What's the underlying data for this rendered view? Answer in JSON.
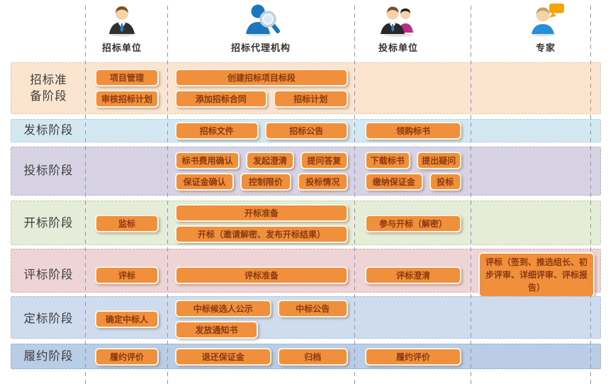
{
  "theme": {
    "button_bg": "#f0903c",
    "button_border": "#fdf3e7",
    "button_text": "#8a3a10",
    "separator": "#9494ae",
    "header_text": "#333333",
    "phase_text": "#3d3d3d"
  },
  "header": {
    "actors": [
      {
        "id": "tendering-unit",
        "label": "招标单位",
        "icon": "businessman-icon"
      },
      {
        "id": "agency",
        "label": "招标代理机构",
        "icon": "agent-magnifier-icon"
      },
      {
        "id": "bidding-unit",
        "label": "投标单位",
        "icon": "bidders-pair-icon"
      },
      {
        "id": "expert",
        "label": "专家",
        "icon": "expert-chat-icon"
      }
    ]
  },
  "phases": [
    {
      "label": "招标准\n备阶段",
      "bg": "#fbe5d0",
      "border": "#eec49c",
      "cells": [
        [
          [
            "项目管理"
          ],
          [
            "审核招标计划"
          ]
        ],
        [
          [
            "创建招标项目标段"
          ],
          [
            "添加招标合同",
            "招标计划"
          ]
        ],
        [],
        []
      ]
    },
    {
      "label": "发标阶段",
      "bg": "#d4e8f1",
      "border": "#a9cfdd",
      "cells": [
        [],
        [
          [
            "招标文件",
            "招标公告"
          ]
        ],
        [
          [
            "领购标书"
          ]
        ],
        []
      ]
    },
    {
      "label": "投标阶段",
      "bg": "#d8d3e4",
      "border": "#b2aacb",
      "cells": [
        [],
        [
          [
            "标书费用确认",
            "发起澄清",
            "提问答复"
          ],
          [
            "保证金确认",
            "控制限价",
            "投标情况"
          ]
        ],
        [
          [
            "下载标书",
            "提出疑问"
          ],
          [
            "缴纳保证金",
            "投标"
          ]
        ],
        []
      ]
    },
    {
      "label": "开标阶段",
      "bg": "#e5ecd7",
      "border": "#c2d0a0",
      "cells": [
        [
          [
            "监标"
          ]
        ],
        [
          [
            "开标准备"
          ],
          [
            "开标（邀请解密、发布开标结果）"
          ]
        ],
        [
          [
            "参与开标（解密）"
          ]
        ],
        []
      ]
    },
    {
      "label": "评标阶段",
      "bg": "#efd4d6",
      "border": "#ddabb0",
      "cells": [
        [
          [
            "评标"
          ]
        ],
        [
          [
            "评标准备"
          ]
        ],
        [
          [
            "评标澄清"
          ]
        ],
        [
          [
            "评标（签到、推选组长、初步评审、详细评审、评标报告）"
          ]
        ]
      ]
    },
    {
      "label": "定标阶段",
      "bg": "#cfdcee",
      "border": "#a8c0de",
      "cells": [
        [
          [
            "确定中标人"
          ]
        ],
        [
          [
            "中标候选人公示",
            "中标公告"
          ],
          [
            "发放通知书"
          ]
        ],
        [],
        []
      ]
    },
    {
      "label": "履约阶段",
      "bg": "#b9cde7",
      "border": "#8fb2d6",
      "cells": [
        [
          [
            "履约评价"
          ]
        ],
        [
          [
            "退还保证金",
            "归档"
          ]
        ],
        [
          [
            "履约评价"
          ]
        ],
        []
      ]
    }
  ]
}
